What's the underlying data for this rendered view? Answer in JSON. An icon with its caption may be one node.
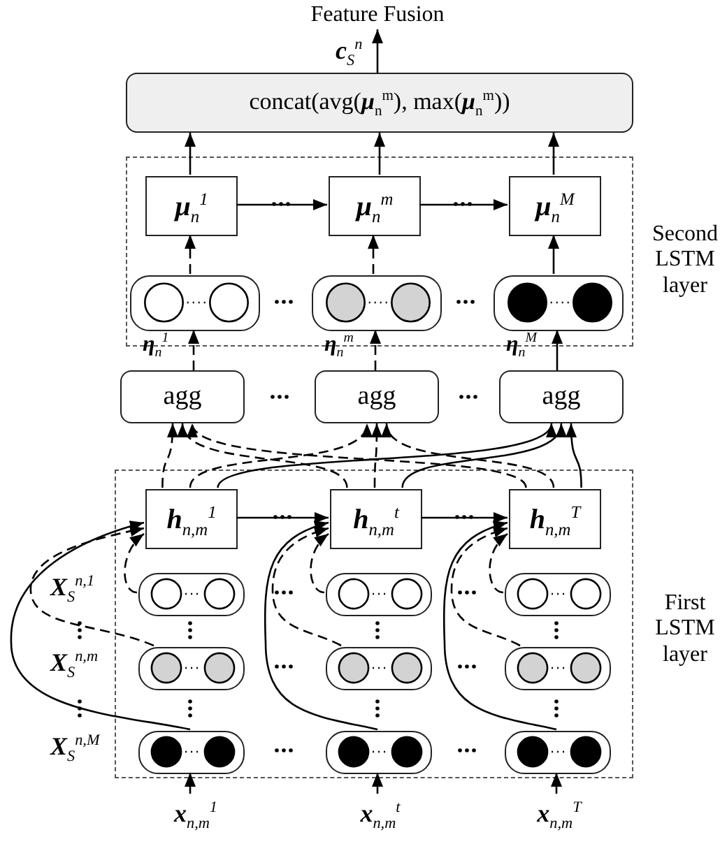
{
  "diagram": {
    "nodes": [
      {
        "text": [
          "Second LSTM layer"
        ]
      },
      {
        "text": [
          "First LSTM layer"
        ]
      },
      {
        "text": [
          "concat(avg(**μ**$_{n}$$^{m}$), max(**μ**$_{n}$$^{m}$))"
        ]
      },
      {
        "text": [
          "Feature Fusion"
        ]
      },
      {
        "text": [
          "**μ**$_{n}$$^{1}$"
        ],
        "in": 0
      },
      {
        "text": [
          "**μ**$_{n}$$^{m}$"
        ],
        "in": 0
      },
      {
        "text": [
          "**μ**$_{n}$$^{M}$"
        ],
        "in": 0
      },
      {
        "text": [],
        "shape": "box",
        "in": 0,
        "beside": [
          "**η**$_{n}$$^{1}$"
        ]
      },
      {
        "text": [],
        "shape": "box",
        "in": 0,
        "beside": [
          "**η**$_{n}$$^{m}$"
        ]
      },
      {
        "text": [],
        "shape": "box",
        "in": 0,
        "beside": [
          "**η**$_{n}$$^{M}$"
        ]
      },
      {
        "text": [
          "agg"
        ]
      },
      {
        "text": [
          "agg"
        ]
      },
      {
        "text": [
          "agg"
        ]
      },
      {
        "text": [
          "**h**$_{n,m}$$^{1}$"
        ],
        "in": 1
      },
      {
        "text": [
          "**h**$_{n,m}$$^{t}$"
        ],
        "in": 1
      },
      {
        "text": [
          "**h**$_{n,m}$$^{T}$"
        ],
        "in": 1
      },
      {
        "text": [],
        "shape": "box",
        "in": 1
      },
      {
        "text": [],
        "shape": "box",
        "in": 1
      },
      {
        "text": [],
        "shape": "box",
        "in": 1
      },
      {
        "text": [],
        "shape": "box",
        "in": 1
      },
      {
        "text": [],
        "shape": "box",
        "in": 1
      },
      {
        "text": [],
        "shape": "box",
        "in": 1
      },
      {
        "text": [],
        "shape": "box",
        "in": 1
      },
      {
        "text": [],
        "shape": "box",
        "in": 1
      },
      {
        "text": [],
        "shape": "box",
        "in": 1
      },
      {
        "text": [
          "**x**$_{n,m}$$^{1}$"
        ]
      },
      {
        "text": [
          "**x**$_{n,m}$$^{t}$"
        ]
      },
      {
        "text": [
          "**x**$_{n,m}$$^{T}$"
        ]
      }
    ],
    "edges": [
      {
        "from": 2,
        "to": 3,
        "arrow": "to",
        "label": "**c**$_{S}$$^{n}$"
      },
      {
        "from": 4,
        "to": 2,
        "arrow": "to"
      },
      {
        "from": 5,
        "to": 2,
        "arrow": "to"
      },
      {
        "from": 6,
        "to": 2,
        "arrow": "to"
      },
      {
        "from": 4,
        "to": 5,
        "arrow": "to"
      },
      {
        "from": 5,
        "to": 6,
        "arrow": "to"
      },
      {
        "from": 7,
        "to": 4,
        "arrow": "to",
        "style": "dashed"
      },
      {
        "from": 8,
        "to": 5,
        "arrow": "to",
        "style": "dashed"
      },
      {
        "from": 9,
        "to": 6,
        "arrow": "to"
      },
      {
        "from": 10,
        "to": 7,
        "arrow": "to",
        "style": "dashed"
      },
      {
        "from": 11,
        "to": 8,
        "arrow": "to",
        "style": "dashed"
      },
      {
        "from": 12,
        "to": 9,
        "arrow": "to"
      },
      {
        "from": 13,
        "to": 10,
        "arrow": "to",
        "style": "dashed"
      },
      {
        "from": 14,
        "to": 10,
        "arrow": "to",
        "style": "dashed"
      },
      {
        "from": 15,
        "to": 10,
        "arrow": "to",
        "style": "dashed"
      },
      {
        "from": 13,
        "to": 11,
        "arrow": "to",
        "style": "dashed"
      },
      {
        "from": 14,
        "to": 11,
        "arrow": "to",
        "style": "dashed"
      },
      {
        "from": 15,
        "to": 11,
        "arrow": "to",
        "style": "dashed"
      },
      {
        "from": 13,
        "to": 12,
        "arrow": "to"
      },
      {
        "from": 14,
        "to": 12,
        "arrow": "to"
      },
      {
        "from": 15,
        "to": 12,
        "arrow": "to"
      },
      {
        "from": 13,
        "to": 14,
        "arrow": "to"
      },
      {
        "from": 14,
        "to": 15,
        "arrow": "to"
      },
      {
        "from": 16,
        "to": 13,
        "arrow": "to",
        "style": "dashed"
      },
      {
        "from": 19,
        "to": 13,
        "arrow": "to",
        "style": "dashed"
      },
      {
        "from": 22,
        "to": 13,
        "arrow": "to"
      },
      {
        "from": 17,
        "to": 14,
        "arrow": "to",
        "style": "dashed"
      },
      {
        "from": 20,
        "to": 14,
        "arrow": "to",
        "style": "dashed"
      },
      {
        "from": 23,
        "to": 14,
        "arrow": "to"
      },
      {
        "from": 18,
        "to": 15,
        "arrow": "to",
        "style": "dashed"
      },
      {
        "from": 21,
        "to": 15,
        "arrow": "to",
        "style": "dashed"
      },
      {
        "from": 24,
        "to": 15,
        "arrow": "to"
      },
      {
        "from": 25,
        "to": 22,
        "arrow": "to"
      },
      {
        "from": 26,
        "to": 23,
        "arrow": "to"
      },
      {
        "from": 27,
        "to": 24,
        "arrow": "to"
      }
    ],
    "labels": [
      "**X**$_{S}$$^{n,1}$",
      "**X**$_{S}$$^{n,m}$",
      "**X**$_{S}$$^{n,M}$"
    ]
  }
}
